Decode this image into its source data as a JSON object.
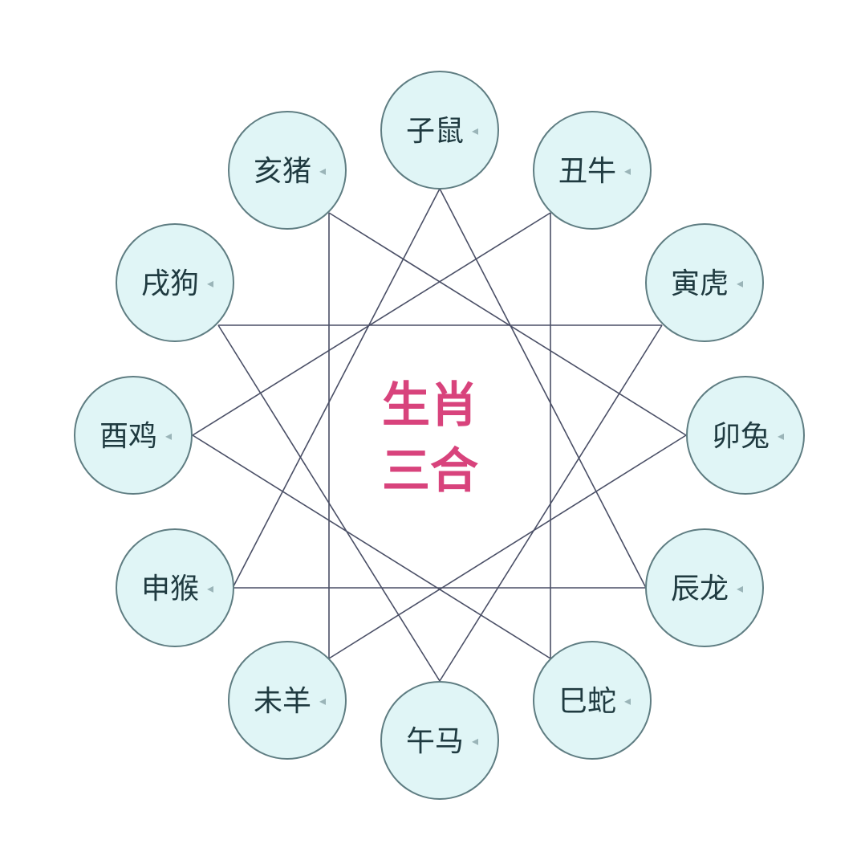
{
  "title_lines": [
    "生肖",
    "三合"
  ],
  "signs": [
    "子鼠",
    "丑牛",
    "寅虎",
    "卯兔",
    "辰龙",
    "巳蛇",
    "午马",
    "未羊",
    "申猴",
    "酉鸡",
    "戌狗",
    "亥猪"
  ],
  "trines": [
    [
      "申猴",
      "子鼠",
      "辰龙"
    ],
    [
      "亥猪",
      "卯兔",
      "未羊"
    ],
    [
      "寅虎",
      "午马",
      "戌狗"
    ],
    [
      "巳蛇",
      "酉鸡",
      "丑牛"
    ]
  ],
  "colors": {
    "circle_fill": "#e0f5f6",
    "circle_stroke": "#5f7d82",
    "line": "#4a4f66",
    "label": "#1f3a40",
    "title": "#d8437c"
  }
}
